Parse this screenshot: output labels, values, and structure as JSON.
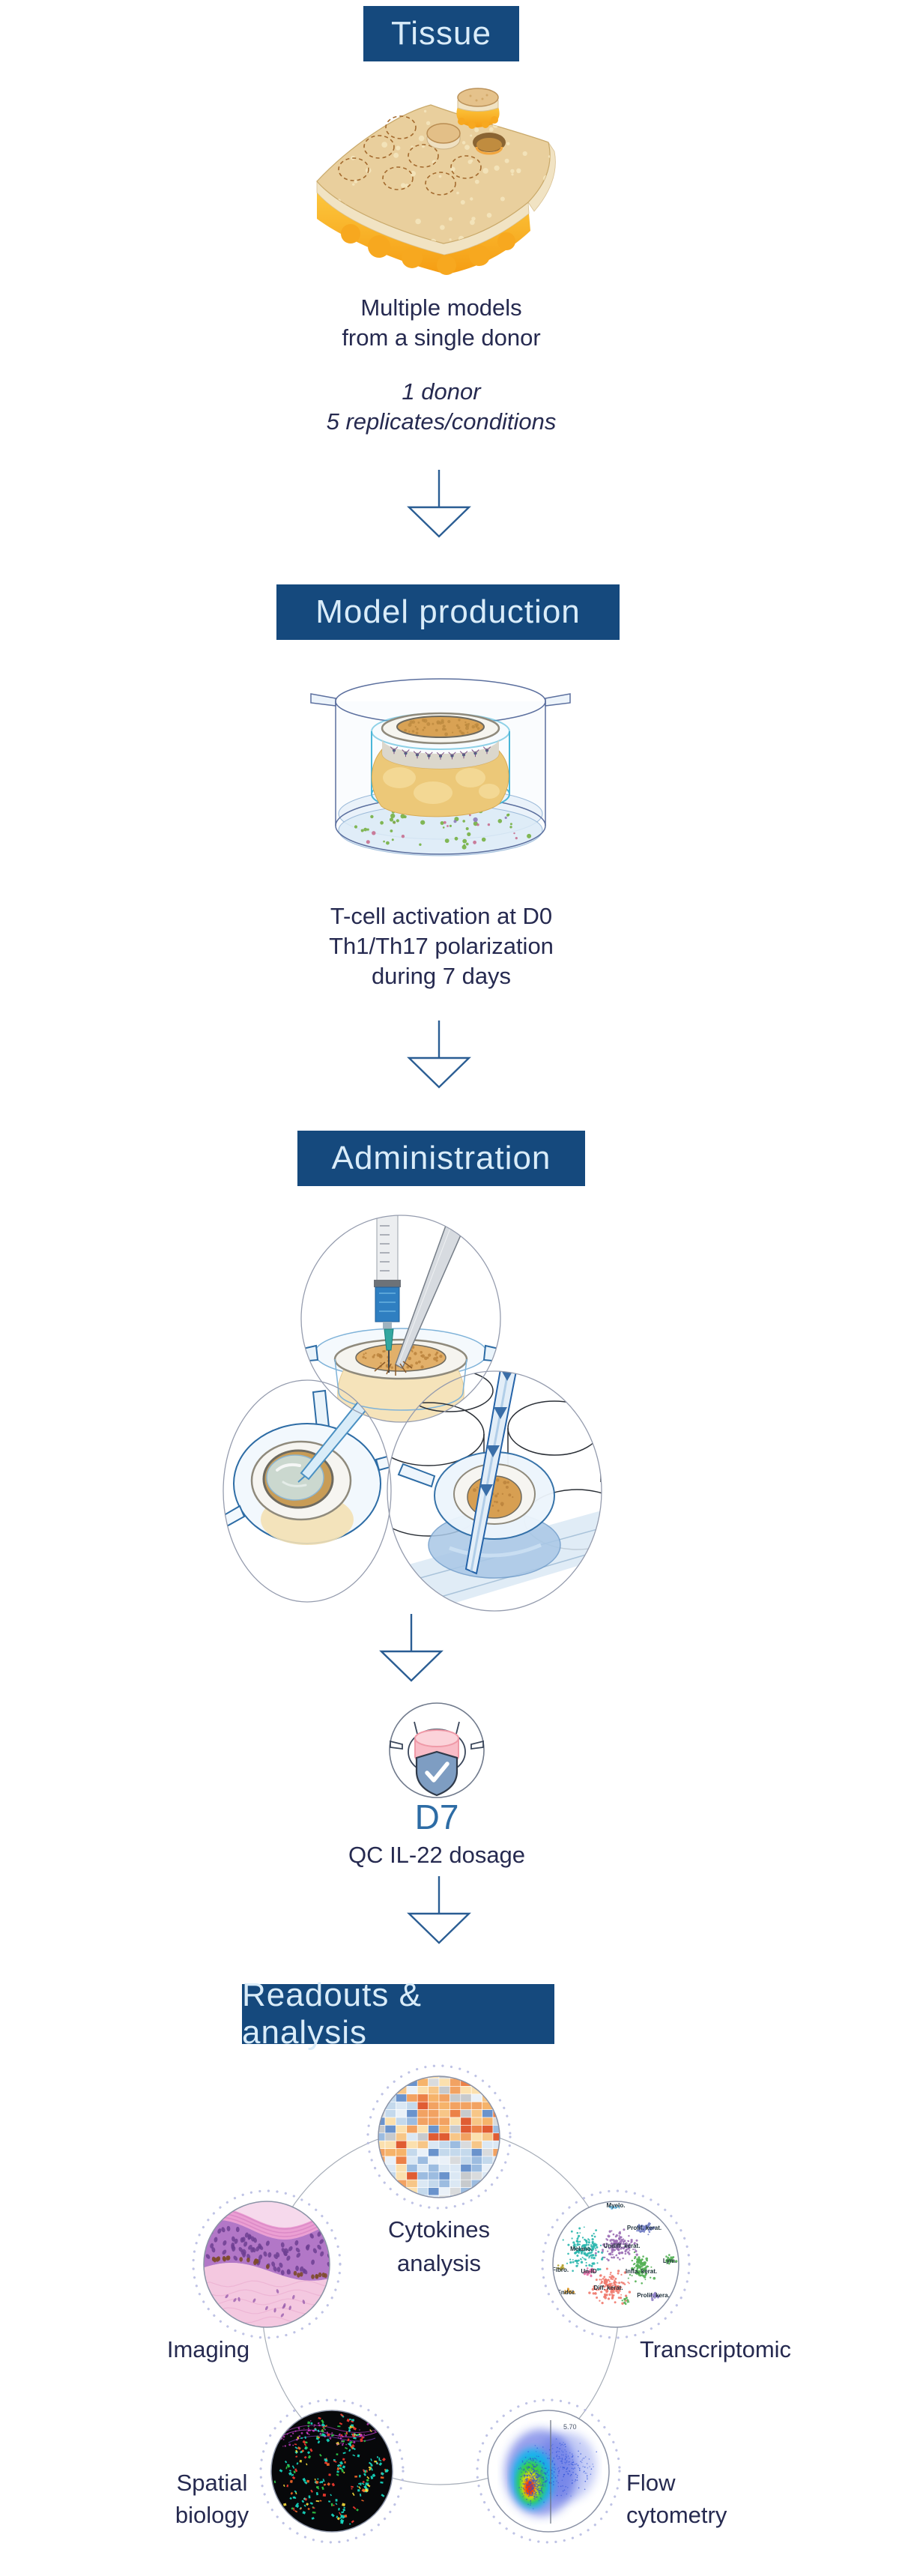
{
  "colors": {
    "header_bg": "#15497d",
    "header_text": "#d9ecf9",
    "body_text": "#262a50",
    "accent_blue": "#2d6ca5",
    "arrow_stroke": "#2a5d93"
  },
  "sections": {
    "tissue": {
      "title": "Tissue",
      "caption": {
        "line1": "Multiple models",
        "line2": "from a single donor"
      },
      "note": {
        "line1": "1 donor",
        "line2": "5 replicates/conditions"
      }
    },
    "model_production": {
      "title": "Model production",
      "caption": {
        "line1": "T-cell activation at D0",
        "line2": "Th1/Th17 polarization",
        "line3": "during 7 days"
      }
    },
    "administration": {
      "title": "Administration",
      "timepoint": "D7",
      "qc_note": "QC IL-22 dosage"
    },
    "readouts": {
      "title": "Readouts & analysis",
      "cytokines": {
        "line1": "Cytokines",
        "line2": "analysis"
      },
      "transcriptomic": {
        "label": "Transcriptomic",
        "clusters": [
          "Myelo.",
          "Melano.",
          "Undiff. kerat.",
          "Prolif. kerat.",
          "Lym.",
          "Fibro.",
          "Un-ID",
          "Diff. kerat.",
          "Infla. kerat.",
          "Prolif. kera.",
          "Endot."
        ]
      },
      "flow": {
        "line1": "Flow",
        "line2": "cytometry",
        "gate_value": "5.70"
      },
      "spatial": {
        "line1": "Spatial",
        "line2": "biology"
      },
      "imaging": {
        "label": "Imaging"
      }
    }
  }
}
